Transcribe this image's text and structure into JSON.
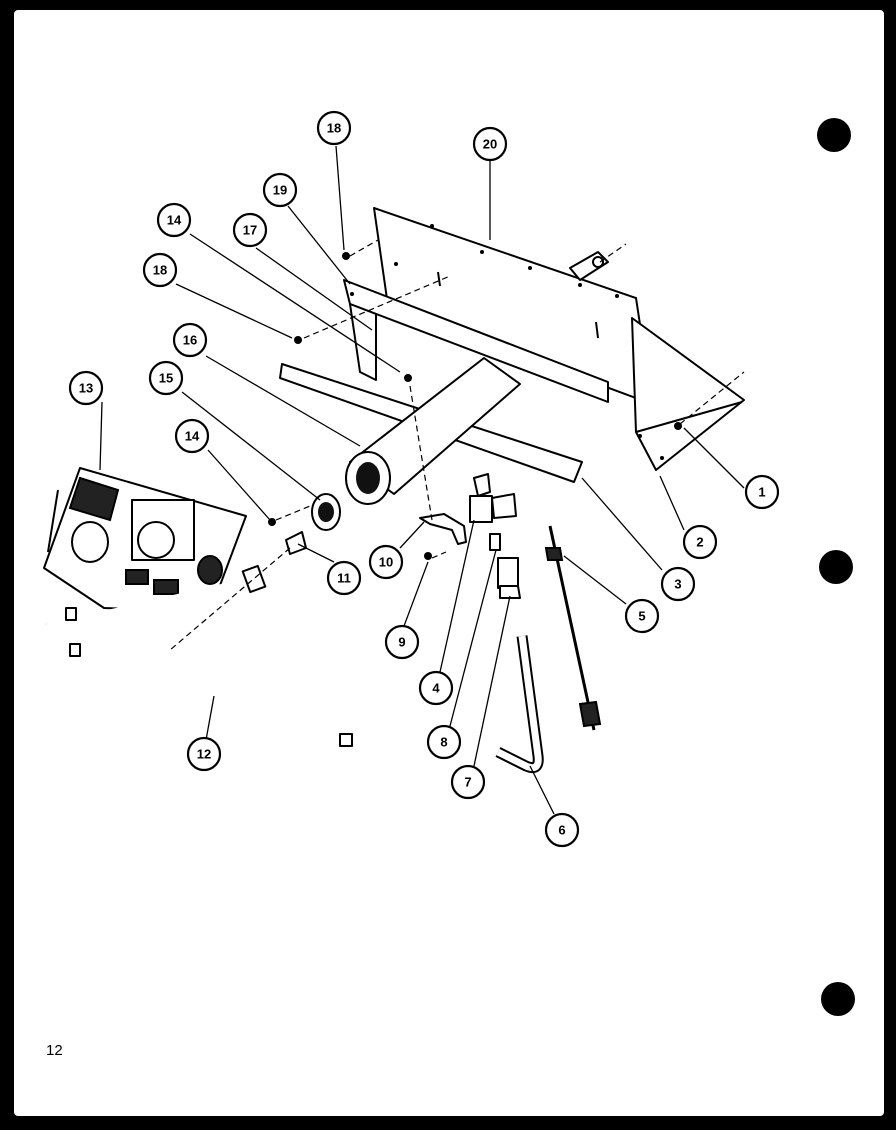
{
  "page": {
    "number": "12"
  },
  "callouts": [
    {
      "id": "c1",
      "label": "1"
    },
    {
      "id": "c2",
      "label": "2"
    },
    {
      "id": "c3",
      "label": "3"
    },
    {
      "id": "c4",
      "label": "4"
    },
    {
      "id": "c5",
      "label": "5"
    },
    {
      "id": "c6",
      "label": "6"
    },
    {
      "id": "c7",
      "label": "7"
    },
    {
      "id": "c8",
      "label": "8"
    },
    {
      "id": "c9",
      "label": "9"
    },
    {
      "id": "c10",
      "label": "10"
    },
    {
      "id": "c11",
      "label": "11"
    },
    {
      "id": "c12",
      "label": "12"
    },
    {
      "id": "c13",
      "label": "13"
    },
    {
      "id": "c14a",
      "label": "14"
    },
    {
      "id": "c14b",
      "label": "14"
    },
    {
      "id": "c15",
      "label": "15"
    },
    {
      "id": "c16",
      "label": "16"
    },
    {
      "id": "c17",
      "label": "17"
    },
    {
      "id": "c18a",
      "label": "18"
    },
    {
      "id": "c18b",
      "label": "18"
    },
    {
      "id": "c19",
      "label": "19"
    },
    {
      "id": "c20",
      "label": "20"
    }
  ]
}
